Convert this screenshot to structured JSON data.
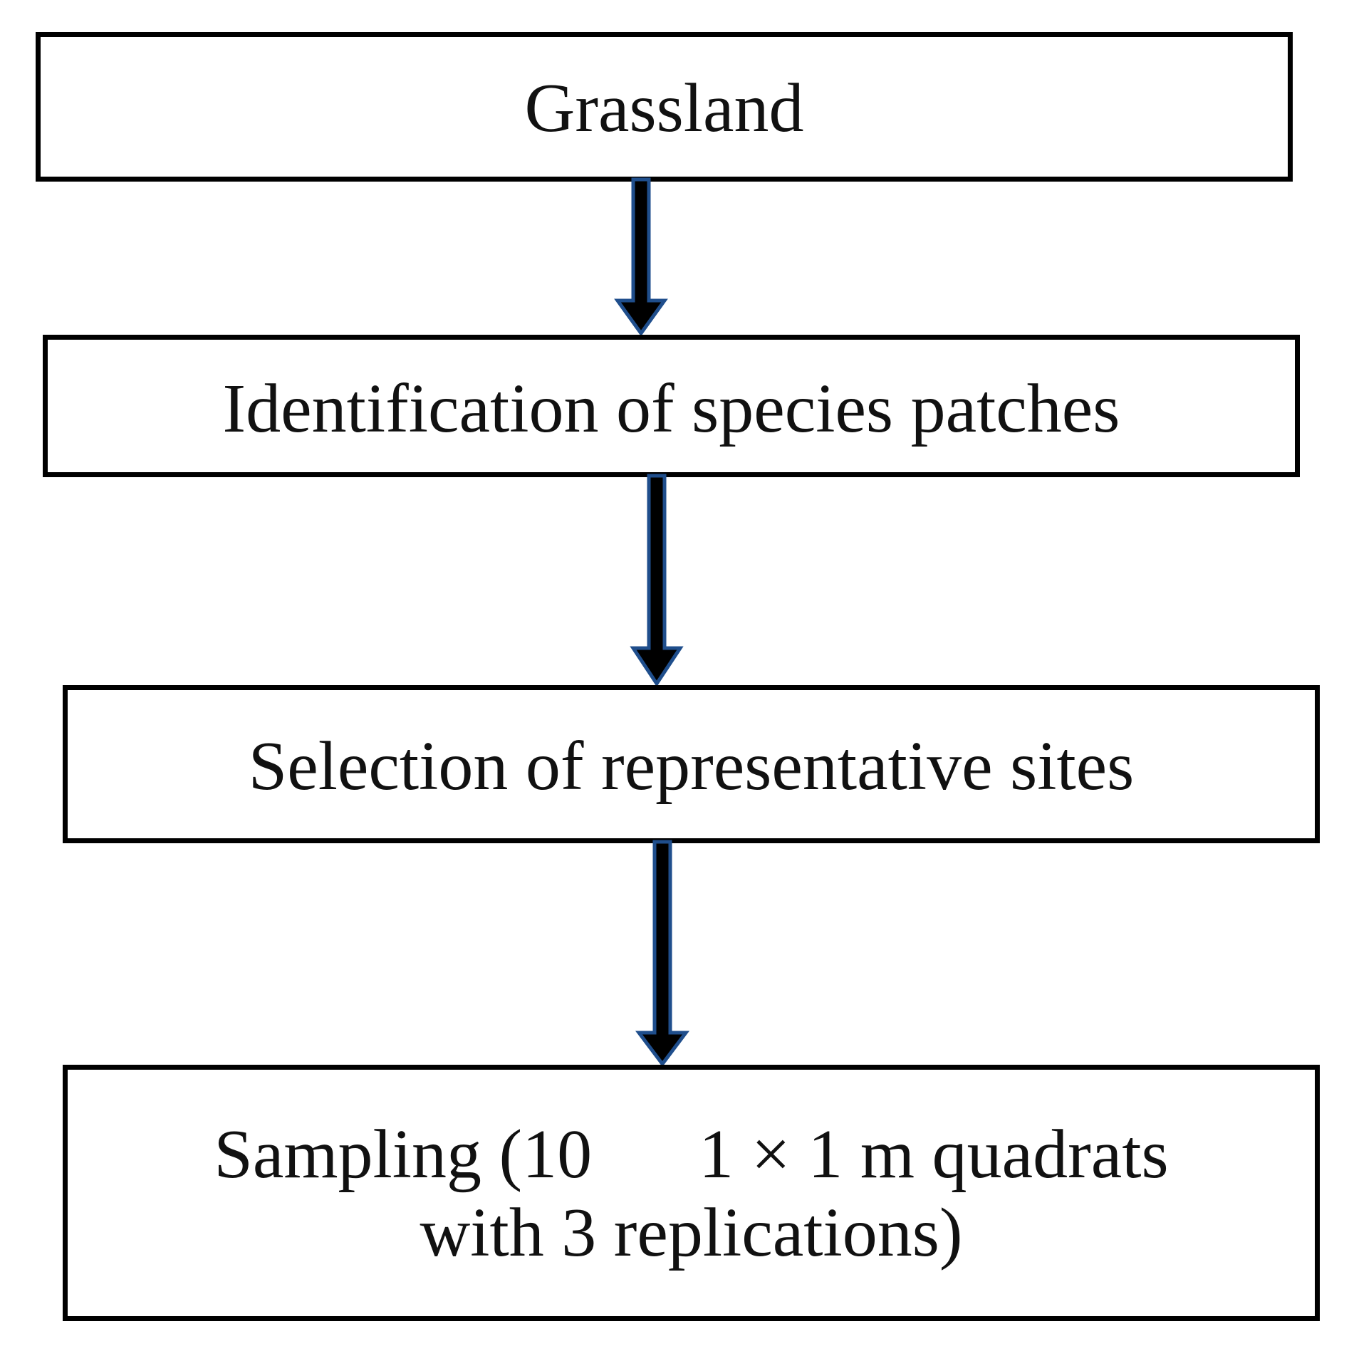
{
  "colors": {
    "box_border": "#000000",
    "arrow_fill": "#000000",
    "arrow_outline": "#1f4e8c"
  },
  "steps": [
    {
      "label": "Grassland"
    },
    {
      "label": "Identification of species patches"
    },
    {
      "label": "Selection of representative sites"
    },
    {
      "label_line1_part1": "Sampling (10",
      "label_line1_part2": "1 × 1 m quadrats",
      "label_line2": "with 3 replications)"
    }
  ],
  "edges": [
    {
      "from": "Grassland",
      "to": "Identification of species patches"
    },
    {
      "from": "Identification of species patches",
      "to": "Selection of representative sites"
    },
    {
      "from": "Selection of representative sites",
      "to": "Sampling"
    }
  ]
}
